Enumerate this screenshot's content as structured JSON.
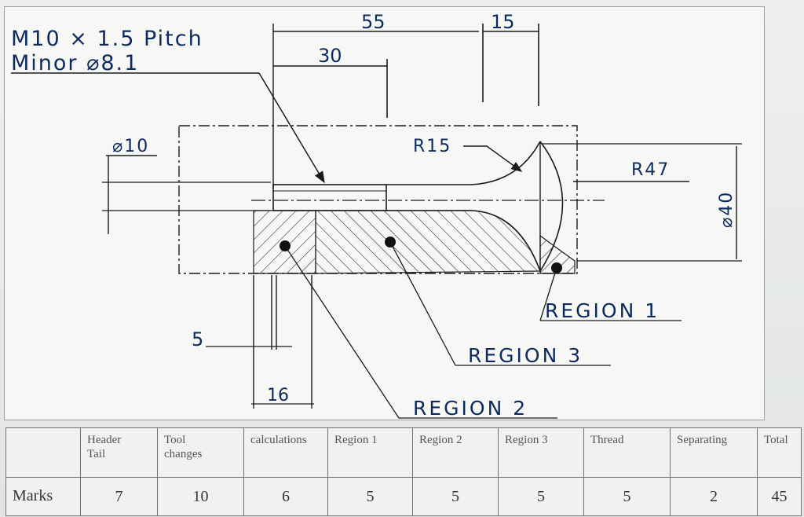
{
  "drawing": {
    "thread_spec_line1": "M10 × 1.5 Pitch",
    "thread_spec_line2": "Minor   ⌀8.1",
    "dim_55": "55",
    "dim_15": "15",
    "dim_30": "30",
    "dim_dia10": "⌀10",
    "dim_r15": "R15",
    "dim_r47": "R47",
    "dim_dia40": "⌀40",
    "dim_5": "5",
    "dim_16": "16",
    "region_1": "REGION 1",
    "region_2": "REGION 2",
    "region_3": "REGION 3"
  },
  "marks_table": {
    "row_label": "Marks",
    "headers": [
      {
        "line1": "Header",
        "line2": "Tail"
      },
      {
        "line1": "Tool",
        "line2": "changes"
      },
      {
        "line1": "calculations",
        "line2": ""
      },
      {
        "line1": "Region 1",
        "line2": ""
      },
      {
        "line1": "Region 2",
        "line2": ""
      },
      {
        "line1": "Region 3",
        "line2": ""
      },
      {
        "line1": "Thread",
        "line2": ""
      },
      {
        "line1": "Separating",
        "line2": ""
      },
      {
        "line1": "Total",
        "line2": ""
      }
    ],
    "values": [
      "7",
      "10",
      "6",
      "5",
      "5",
      "5",
      "5",
      "2",
      "45"
    ]
  },
  "colors": {
    "ink": "#0b2a5e",
    "dimension": "#1a1a1a",
    "region_dot": "#111111"
  }
}
